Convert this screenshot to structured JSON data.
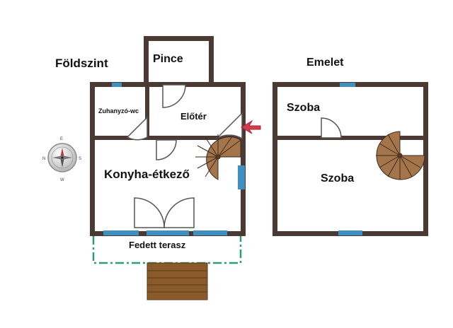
{
  "floors": {
    "ground": {
      "title": "Földszint",
      "rooms": {
        "pince": "Pince",
        "zuhanyzo": "Zuhanyzó-wc",
        "eloter": "Előtér",
        "konyha": "Konyha-étkező",
        "terasz": "Fedett terasz"
      }
    },
    "upper": {
      "title": "Emelet",
      "rooms": {
        "szoba_top": "Szoba",
        "szoba_bottom": "Szoba"
      }
    }
  },
  "compass": {
    "icon": "compass-icon",
    "letters": {
      "n": "N",
      "e": "E",
      "s": "S",
      "w": "W"
    }
  },
  "colors": {
    "wall": "#4a3a33",
    "window": "#3f8fc0",
    "terrace": "#2a9d78",
    "stairs": "#a4754a",
    "deck": "#8a5a2b",
    "entrance_arrow": "#d63a4f",
    "compass_needle": "#c0393b"
  }
}
